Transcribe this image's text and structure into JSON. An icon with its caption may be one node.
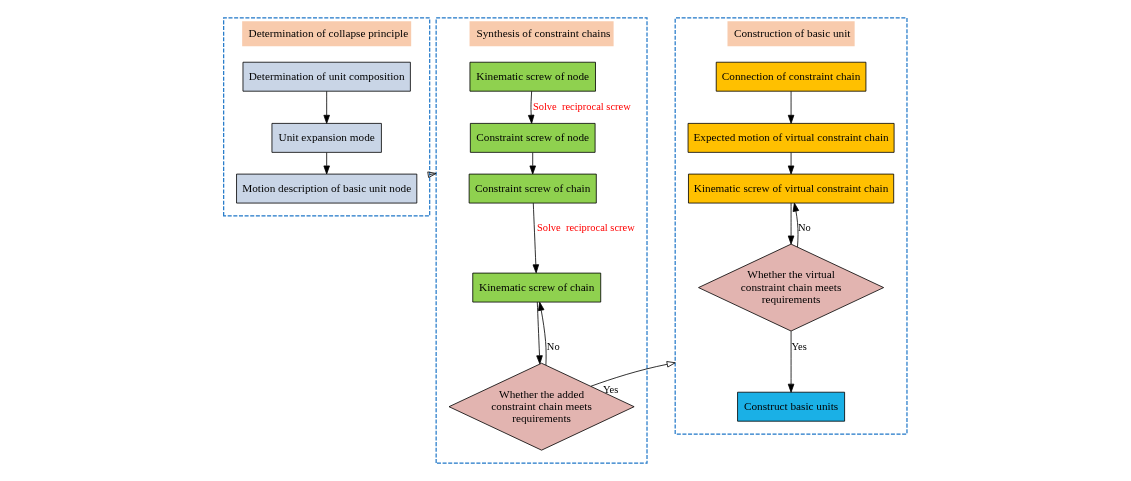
{
  "diagram": {
    "nodes": [
      {
        "text": [
          "Determination of collapse principle"
        ]
      },
      {
        "text": [
          "Determination of unit composition"
        ],
        "in": 0
      },
      {
        "text": [
          "Unit expansion mode"
        ],
        "in": 0
      },
      {
        "text": [
          "Motion description of basic unit node"
        ],
        "in": 0
      },
      {
        "text": [
          "Synthesis of constraint chains"
        ]
      },
      {
        "text": [
          "Kinematic screw of node"
        ],
        "in": 4
      },
      {
        "text": [
          "Constraint screw of node"
        ],
        "in": 4
      },
      {
        "text": [
          "Constraint screw of chain"
        ],
        "in": 4
      },
      {
        "text": [
          "Kinematic screw of chain"
        ],
        "in": 4
      },
      {
        "text": [
          "Whether the added constraint chain meets requirements"
        ],
        "in": 4
      },
      {
        "text": [
          "Construction of basic unit"
        ]
      },
      {
        "text": [
          "Connection of constraint chain"
        ],
        "in": 10
      },
      {
        "text": [
          "Expected motion of virtual constraint chain"
        ],
        "in": 10
      },
      {
        "text": [
          "Kinematic screw of virtual constraint chain"
        ],
        "in": 10
      },
      {
        "text": [
          "Whether the virtual constraint chain meets requirements"
        ],
        "in": 10
      },
      {
        "text": [
          "Construct basic units"
        ],
        "in": 10
      }
    ],
    "edges": [
      {
        "from": 1,
        "to": 2,
        "arrow": "to"
      },
      {
        "from": 2,
        "to": 3,
        "arrow": "to"
      },
      {
        "from": 0,
        "to": 4,
        "arrow": "to"
      },
      {
        "from": 5,
        "to": 6,
        "arrow": "to",
        "label": "Solve  reciprocal screw"
      },
      {
        "from": 6,
        "to": 7,
        "arrow": "to"
      },
      {
        "from": 7,
        "to": 8,
        "arrow": "to",
        "label": "Solve  reciprocal screw"
      },
      {
        "from": 8,
        "to": 9,
        "arrow": "to"
      },
      {
        "from": 9,
        "to": 8,
        "arrow": "to",
        "label": "No"
      },
      {
        "from": 9,
        "to": 10,
        "arrow": "to",
        "label": "Yes"
      },
      {
        "from": 11,
        "to": 12,
        "arrow": "to"
      },
      {
        "from": 12,
        "to": 13,
        "arrow": "to"
      },
      {
        "from": 13,
        "to": 14,
        "arrow": "to"
      },
      {
        "from": 14,
        "to": 13,
        "arrow": "to",
        "label": "No"
      },
      {
        "from": 14,
        "to": 15,
        "arrow": "to",
        "label": "Yes"
      }
    ]
  }
}
